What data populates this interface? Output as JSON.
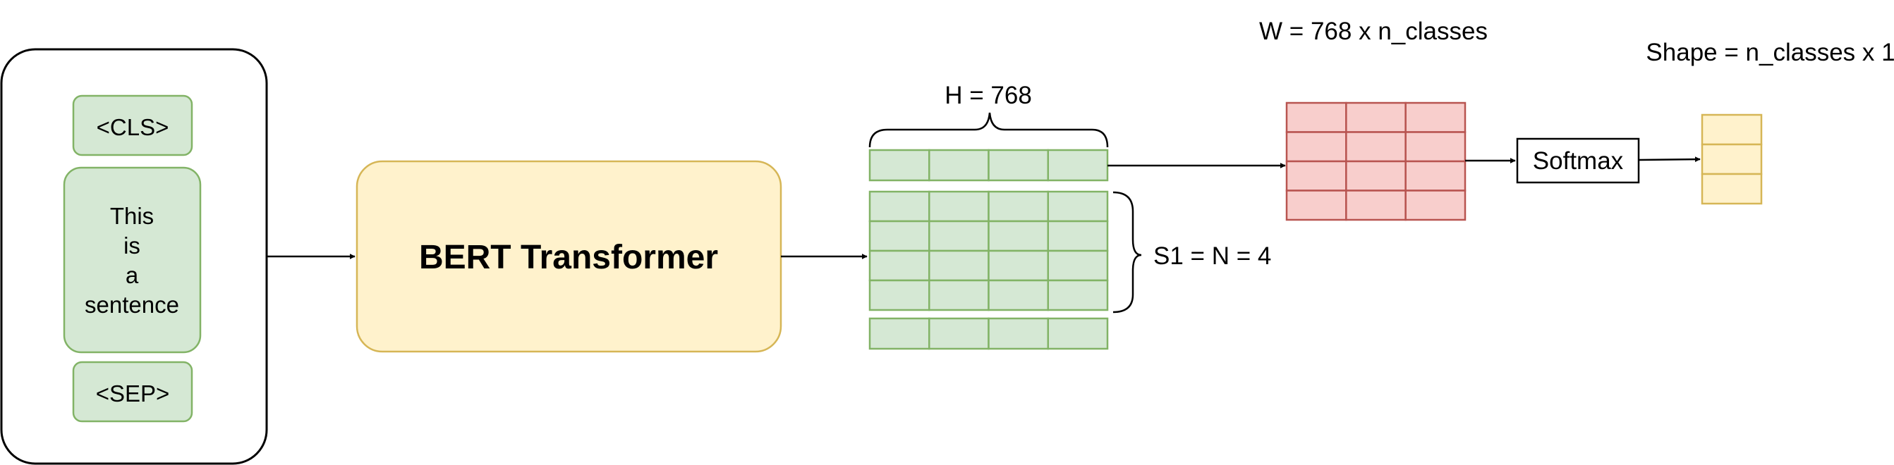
{
  "input": {
    "tokens": [
      "<CLS>",
      "This",
      "is",
      "a",
      "sentence",
      "<SEP>"
    ]
  },
  "transformer": {
    "label": "BERT Transformer"
  },
  "hidden": {
    "label": "H = 768",
    "sequence_label": "S1 = N = 4",
    "columns": 4,
    "sequence_rows": 4
  },
  "weights": {
    "label": "W = 768 x n_classes",
    "rows": 4,
    "columns": 3
  },
  "softmax": {
    "label": "Softmax"
  },
  "output": {
    "label": "Shape = n_classes x 1",
    "rows": 3
  },
  "colors": {
    "green_fill": "#d5e8d4",
    "green_stroke": "#82b366",
    "yellow_fill": "#fff2cc",
    "yellow_stroke": "#d6b656",
    "red_fill": "#f8cecc",
    "red_stroke": "#b85450",
    "line": "#000000"
  }
}
